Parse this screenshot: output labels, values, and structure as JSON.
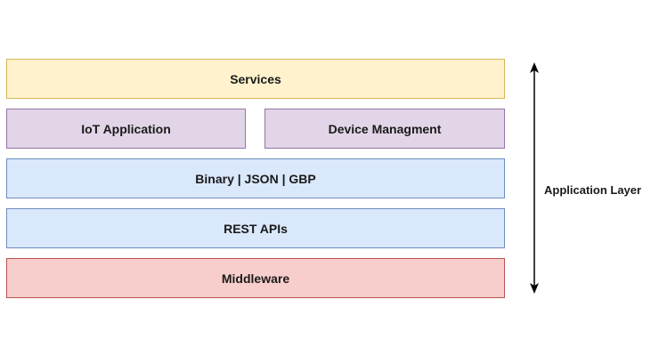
{
  "layers": {
    "services": {
      "label": "Services",
      "fill": "#fff2cc",
      "stroke": "#d6b656"
    },
    "iot_application": {
      "label": "IoT Application",
      "fill": "#e1d5e7",
      "stroke": "#9673a6"
    },
    "device_management": {
      "label": "Device Managment",
      "fill": "#e1d5e7",
      "stroke": "#9673a6"
    },
    "binary_json_gbp": {
      "label": "Binary | JSON | GBP",
      "fill": "#dae8fc",
      "stroke": "#6c8ebf"
    },
    "rest_apis": {
      "label": "REST APIs",
      "fill": "#dae8fc",
      "stroke": "#6c8ebf"
    },
    "middleware": {
      "label": "Middleware",
      "fill": "#f8cecc",
      "stroke": "#b85450"
    }
  },
  "span_arrow": {
    "label": "Application Layer",
    "icon": "double-headed-vertical-arrow-icon",
    "color": "#000000"
  }
}
